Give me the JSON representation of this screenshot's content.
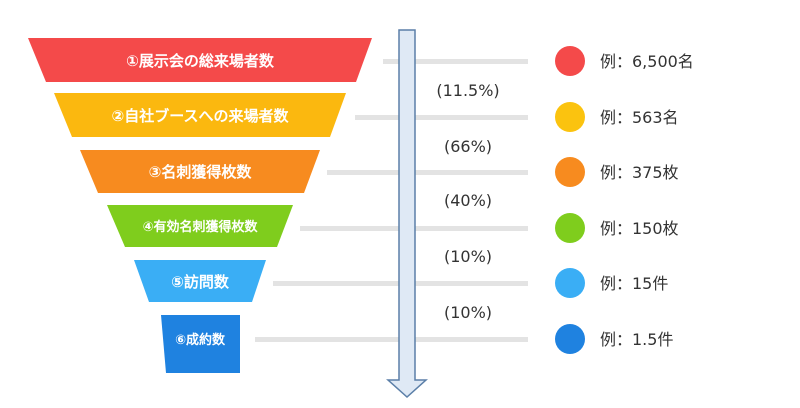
{
  "stages": [
    {
      "label": "①展示会の総来場者数",
      "color": "#f44a4a",
      "example": "例：6,500名",
      "example_color": "#f44a4a"
    },
    {
      "label": "②自社ブースへの来場者数",
      "color": "#fbb80f",
      "example": "例：563名",
      "example_color": "#fbc30f"
    },
    {
      "label": "③名刺獲得枚数",
      "color": "#f78b1f",
      "example": "例：375枚",
      "example_color": "#f78b1f"
    },
    {
      "label": "④有効名刺獲得枚数",
      "color": "#7fcd1d",
      "example": "例：150枚",
      "example_color": "#7fcd1d"
    },
    {
      "label": "⑤訪問数",
      "color": "#3aaef5",
      "example": "例：15件",
      "example_color": "#3aaef5"
    },
    {
      "label": "⑥成約数",
      "color": "#1f82e0",
      "example": "例：1.5件",
      "example_color": "#1f82e0"
    }
  ],
  "rates": [
    "(11.5%)",
    "(66%)",
    "(40%)",
    "(10%)",
    "(10%)"
  ],
  "colors": {
    "line": "#e3e3e3",
    "arrow_fill": "#dfe9f5",
    "arrow_stroke": "#5b7fa8"
  }
}
